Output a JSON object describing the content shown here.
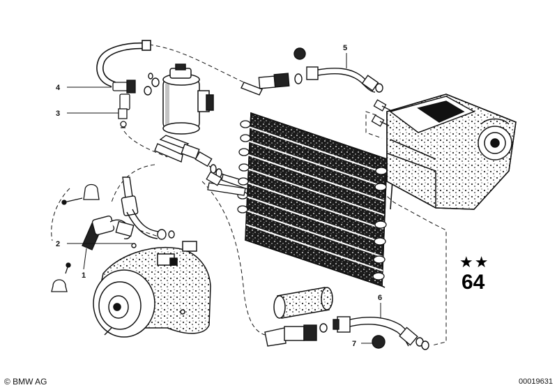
{
  "diagram": {
    "callouts": [
      {
        "id": "4",
        "label": "4"
      },
      {
        "id": "3",
        "label": "3"
      },
      {
        "id": "5",
        "label": "5"
      },
      {
        "id": "2",
        "label": "2"
      },
      {
        "id": "1",
        "label": "1"
      },
      {
        "id": "6",
        "label": "6"
      },
      {
        "id": "7",
        "label": "7"
      }
    ],
    "stars": "★★",
    "partial_number": "64"
  },
  "footer": {
    "copyright": "© BMW AG",
    "document_number": "00019631"
  },
  "colors": {
    "line": "#111111",
    "background": "#ffffff"
  },
  "icons": [
    "compressor",
    "condenser",
    "dryer-receiver",
    "evaporator-housing",
    "hose",
    "pressure-switch",
    "sealing-ring",
    "hose-clamp"
  ]
}
